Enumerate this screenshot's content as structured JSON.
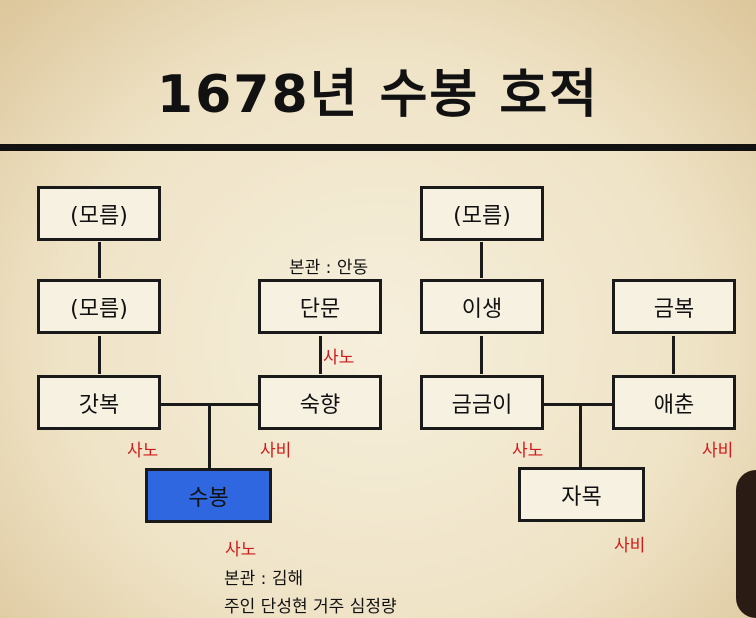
{
  "title": "1678년 수봉 호적",
  "nodes": {
    "paternal_great_grandfather": "(모름)",
    "paternal_grandfather": "(모름)",
    "father": "갓복",
    "maternal_grandfather": "단문",
    "mother": "숙향",
    "subject": "수봉",
    "wife_grandfather": "(모름)",
    "wife_father_parent": "이생",
    "wife_mother_parent": "금복",
    "wife_father": "금금이",
    "wife_mother": "애춘",
    "wife": "자목"
  },
  "status": {
    "father": "사노",
    "mother": "사비",
    "maternal_grandfather": "사노",
    "subject": "사노",
    "wife_father": "사노",
    "wife_mother": "사비",
    "wife": "사비"
  },
  "notes": {
    "maternal_origin": "본관 : 안동",
    "subject_origin": "본관 : 김해",
    "subject_master": "주인 단성현 거주 심정량"
  },
  "colors": {
    "highlight": "#2f67e0",
    "status": "#d11a1a"
  }
}
